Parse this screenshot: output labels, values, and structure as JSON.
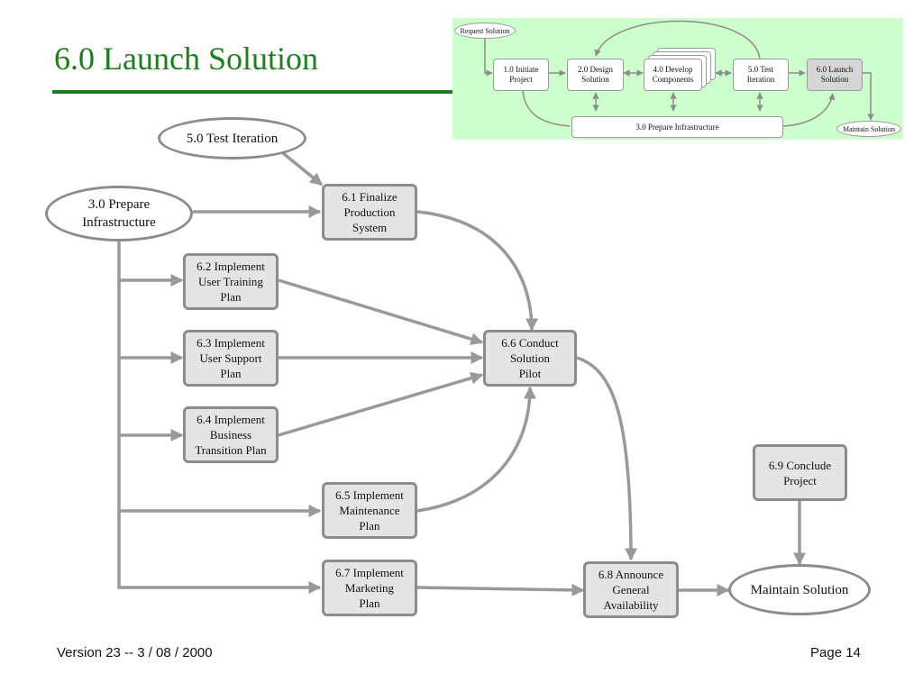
{
  "slide": {
    "title": "6.0 Launch Solution",
    "footer_version": "Version 23  --  3 / 08 / 2000",
    "footer_page": "Page 14",
    "title_color": "#1e7d1e",
    "overview_bg": "#ccffcc"
  },
  "overview": {
    "request": "Request Solution",
    "initiate": "1.0  Initiate\nProject",
    "design": "2.0  Design\nSolution",
    "develop": "4.0  Develop\nComponents",
    "test": "5.0  Test\nIteration",
    "launch": "6.0  Launch\nSolution",
    "infrastructure": "3.0  Prepare Infrastructure",
    "maintain": "Maintain Solution"
  },
  "nodes": {
    "test_iteration": "5.0  Test Iteration",
    "prepare_infra": "3.0  Prepare\nInfrastructure",
    "finalize": "6.1  Finalize\nProduction\nSystem",
    "training": "6.2  Implement\nUser Training\nPlan",
    "support": "6.3  Implement\nUser Support\nPlan",
    "transition": "6.4  Implement\nBusiness\nTransition Plan",
    "maintenance": "6.5  Implement\nMaintenance\nPlan",
    "pilot": "6.6  Conduct\nSolution\nPilot",
    "marketing": "6.7  Implement\nMarketing\nPlan",
    "announce": "6.8  Announce\nGeneral\nAvailability",
    "conclude": "6.9  Conclude\nProject",
    "maintain": "Maintain Solution"
  }
}
